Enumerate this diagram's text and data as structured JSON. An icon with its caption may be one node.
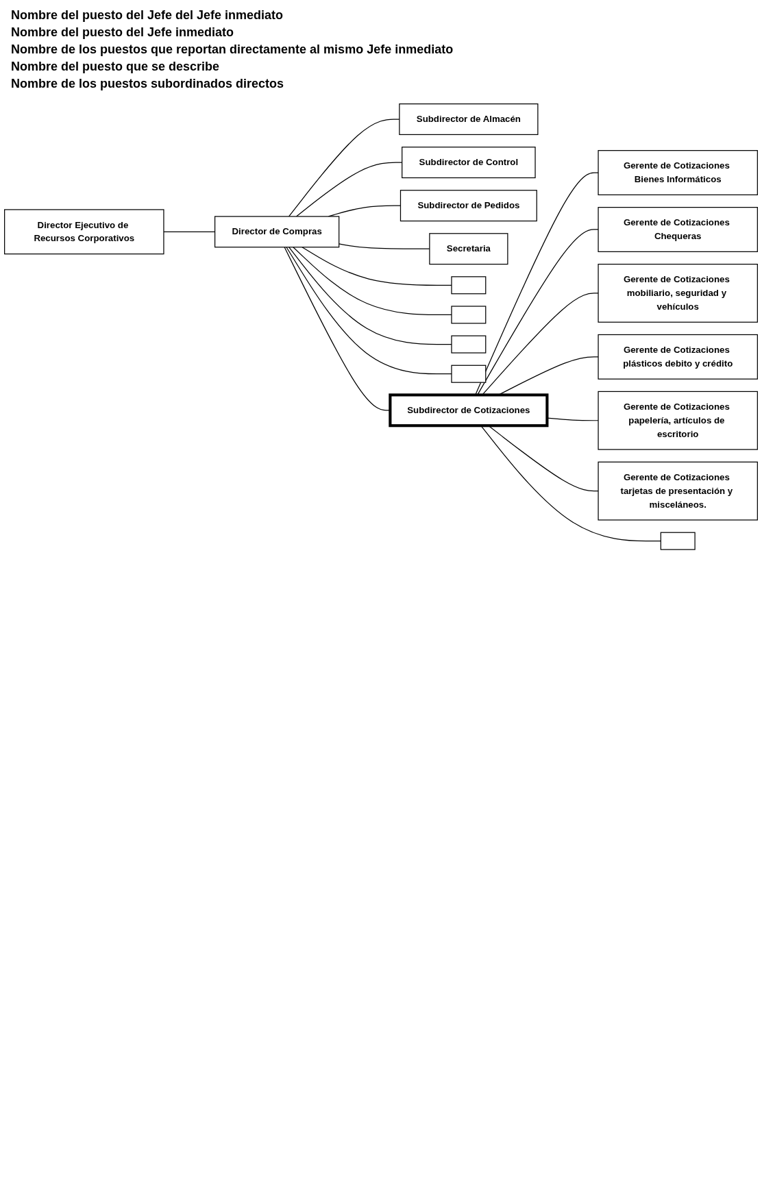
{
  "diagram": {
    "nodes": [
      {
        "text": [
          "Director Ejecutivo de Recursos Corporativos"
        ]
      },
      {
        "text": [
          "Director de Compras"
        ]
      },
      {
        "text": [
          "Subdirector de Almacén"
        ]
      },
      {
        "text": [
          "Subdirector de Control"
        ]
      },
      {
        "text": [
          "Subdirector de Pedidos"
        ]
      },
      {
        "text": [
          "Secretaria"
        ]
      },
      {
        "text": [],
        "shape": "box"
      },
      {
        "text": [],
        "shape": "box"
      },
      {
        "text": [],
        "shape": "box"
      },
      {
        "text": [],
        "shape": "box"
      },
      {
        "text": [
          "Subdirector de Cotizaciones"
        ]
      },
      {
        "text": [
          "Gerente de Cotizaciones Bienes Informáticos"
        ]
      },
      {
        "text": [
          "Gerente de Cotizaciones Chequeras"
        ]
      },
      {
        "text": [
          "Gerente de Cotizaciones mobiliario, seguridad y vehículos"
        ]
      },
      {
        "text": [
          "Gerente de Cotizaciones plásticos debito y crédito"
        ]
      },
      {
        "text": [
          "Gerente de Cotizaciones papelería, artículos de escritorio"
        ]
      },
      {
        "text": [
          "Gerente de Cotizaciones tarjetas de presentación y misceláneos."
        ]
      },
      {
        "text": [],
        "shape": "box"
      }
    ],
    "edges": [
      {
        "from": 0,
        "to": 1,
        "arrow": "none"
      },
      {
        "from": 1,
        "to": 2,
        "arrow": "none"
      },
      {
        "from": 1,
        "to": 3,
        "arrow": "none"
      },
      {
        "from": 1,
        "to": 4,
        "arrow": "none"
      },
      {
        "from": 1,
        "to": 5,
        "arrow": "none"
      },
      {
        "from": 1,
        "to": 6,
        "arrow": "none"
      },
      {
        "from": 1,
        "to": 7,
        "arrow": "none"
      },
      {
        "from": 1,
        "to": 8,
        "arrow": "none"
      },
      {
        "from": 1,
        "to": 9,
        "arrow": "none"
      },
      {
        "from": 1,
        "to": 10,
        "arrow": "none"
      },
      {
        "from": 10,
        "to": 11,
        "arrow": "none"
      },
      {
        "from": 10,
        "to": 12,
        "arrow": "none"
      },
      {
        "from": 10,
        "to": 13,
        "arrow": "none"
      },
      {
        "from": 10,
        "to": 14,
        "arrow": "none"
      },
      {
        "from": 10,
        "to": 15,
        "arrow": "none"
      },
      {
        "from": 10,
        "to": 16,
        "arrow": "none"
      },
      {
        "from": 10,
        "to": 17,
        "arrow": "none"
      }
    ],
    "labels": [
      "Nombre del puesto del Jefe del Jefe inmediato",
      "Nombre del puesto del Jefe inmediato",
      "Nombre de los puestos que reportan directamente al mismo Jefe inmediato",
      "Nombre del puesto que se describe",
      "Nombre de los puestos subordinados directos"
    ]
  }
}
